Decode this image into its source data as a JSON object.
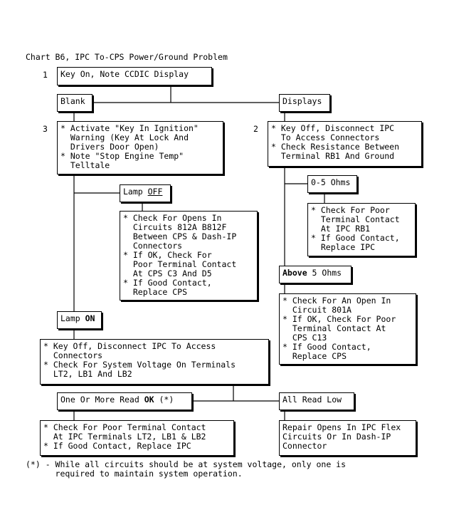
{
  "title": "Chart B6, IPC To-CPS Power/Ground Problem",
  "steps": {
    "s1": {
      "num": "1",
      "text": "Key On, Note CCDIC Display"
    },
    "blank": "Blank",
    "displays": "Displays",
    "s3": {
      "num": "3",
      "line1": "* Activate \"Key In Ignition\"",
      "line2": "  Warning (Key At Lock And",
      "line3": "  Drivers Door Open)",
      "line4": "* Note \"Stop Engine Temp\"",
      "line5": "  Telltale"
    },
    "s2": {
      "num": "2",
      "line1": "* Key Off, Disconnect IPC",
      "line2": "  To Access Connectors",
      "line3": "* Check Resistance Between",
      "line4": "  Terminal RB1 And Ground"
    },
    "lamp_off": {
      "prefix": "Lamp ",
      "emph": "OFF"
    },
    "opens_box": {
      "line1": "* Check For Opens In",
      "line2": "  Circuits 812A B812F",
      "line3": "  Between CPS & Dash-IP",
      "line4": "  Connectors",
      "line5": "* If OK, Check For",
      "line6": "  Poor Terminal Contact",
      "line7": "  At CPS C3 And D5",
      "line8": "* If Good Contact,",
      "line9": "  Replace CPS"
    },
    "ohms_low": "0-5 Ohms",
    "poor_rb1": {
      "line1": "* Check For Poor",
      "line2": "  Terminal Contact",
      "line3": "  At IPC RB1",
      "line4": "* If Good Contact,",
      "line5": "  Replace IPC"
    },
    "above5": {
      "emph": "Above",
      "suffix": " 5 Ohms"
    },
    "open801": {
      "line1": "* Check For An Open In",
      "line2": "  Circuit 801A",
      "line3": "* If OK, Check For Poor",
      "line4": "  Terminal Contact At",
      "line5": "  CPS C13",
      "line6": "* If Good Contact,",
      "line7": "  Replace CPS"
    },
    "lamp_on": {
      "prefix": "Lamp ",
      "emph": "ON"
    },
    "sysvolt": {
      "line1": "* Key Off, Disconnect IPC To Access",
      "line2": "  Connectors",
      "line3": "* Check For System Voltage On Terminals",
      "line4": "  LT2, LB1 And LB2"
    },
    "read_ok": {
      "prefix": "One Or More Read ",
      "emph": "OK",
      "suffix": " (*)"
    },
    "read_low": "All Read Low",
    "poor_lt2": {
      "line1": "* Check For Poor Terminal Contact",
      "line2": "  At IPC Terminals LT2, LB1 & LB2",
      "line3": "* If Good Contact, Replace IPC"
    },
    "repair": {
      "line1": "Repair Opens In IPC Flex",
      "line2": "Circuits Or In Dash-IP",
      "line3": "Connector"
    }
  },
  "footnote": {
    "line1": "(*) - While all circuits should be at system voltage, only one is",
    "line2": "      required to maintain system operation."
  }
}
